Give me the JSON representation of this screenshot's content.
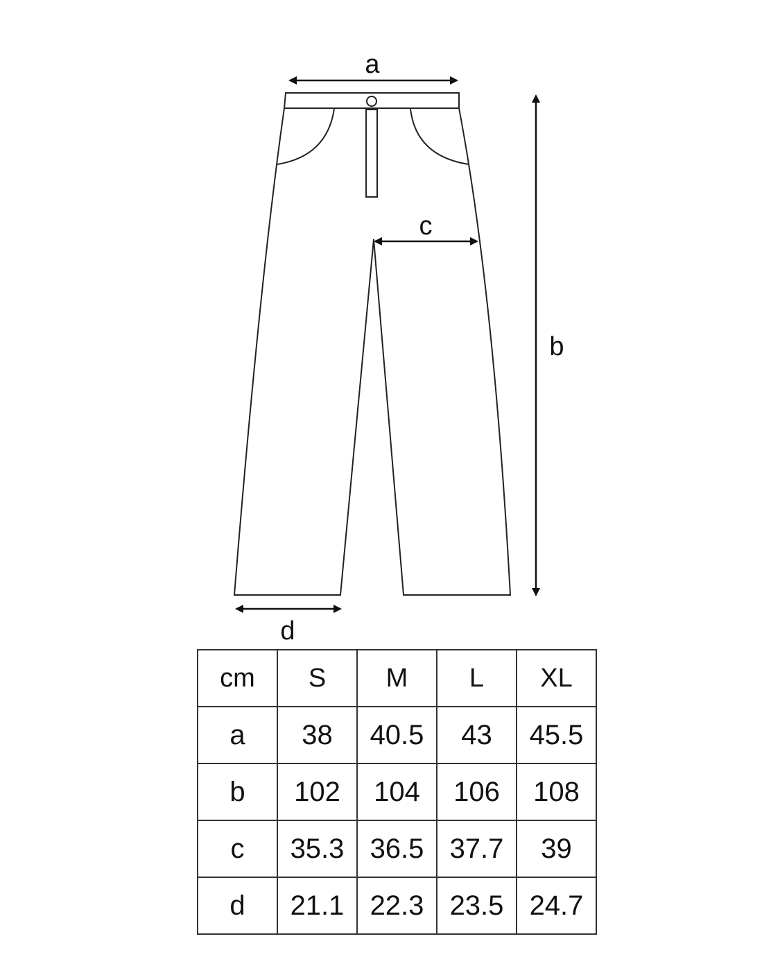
{
  "diagram": {
    "labels": {
      "a": "a",
      "b": "b",
      "c": "c",
      "d": "d"
    }
  },
  "size_table": {
    "unit": "cm",
    "sizes": [
      "S",
      "M",
      "L",
      "XL"
    ],
    "rows": [
      {
        "key": "a",
        "values": [
          "38",
          "40.5",
          "43",
          "45.5"
        ]
      },
      {
        "key": "b",
        "values": [
          "102",
          "104",
          "106",
          "108"
        ]
      },
      {
        "key": "c",
        "values": [
          "35.3",
          "36.5",
          "37.7",
          "39"
        ]
      },
      {
        "key": "d",
        "values": [
          "21.1",
          "22.3",
          "23.5",
          "24.7"
        ]
      }
    ]
  }
}
